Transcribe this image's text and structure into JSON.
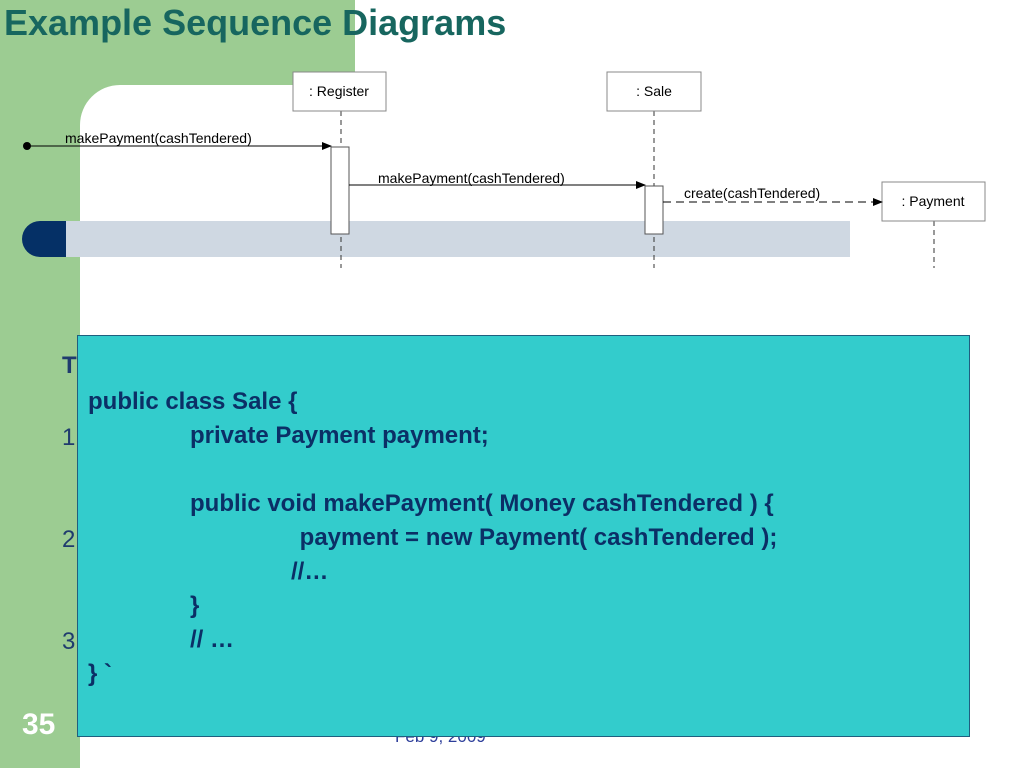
{
  "slide": {
    "title": "Example Sequence Diagrams",
    "number": "35",
    "footer_date": "Feb 9, 2009"
  },
  "diagram": {
    "lifelines": [
      ": Register",
      ": Sale",
      ": Payment"
    ],
    "messages": [
      "makePayment(cashTendered)",
      "makePayment(cashTendered)",
      "create(cashTendered)"
    ]
  },
  "partially_hidden_text": {
    "heading_char": "T",
    "list_numbers": [
      "1",
      "2",
      "3"
    ]
  },
  "code": {
    "lines": [
      "public class Sale {",
      "private Payment payment;",
      "public void makePayment( Money cashTendered ) {",
      " payment = new Payment( cashTendered );",
      "//…",
      "}",
      "// …",
      "} `"
    ]
  }
}
